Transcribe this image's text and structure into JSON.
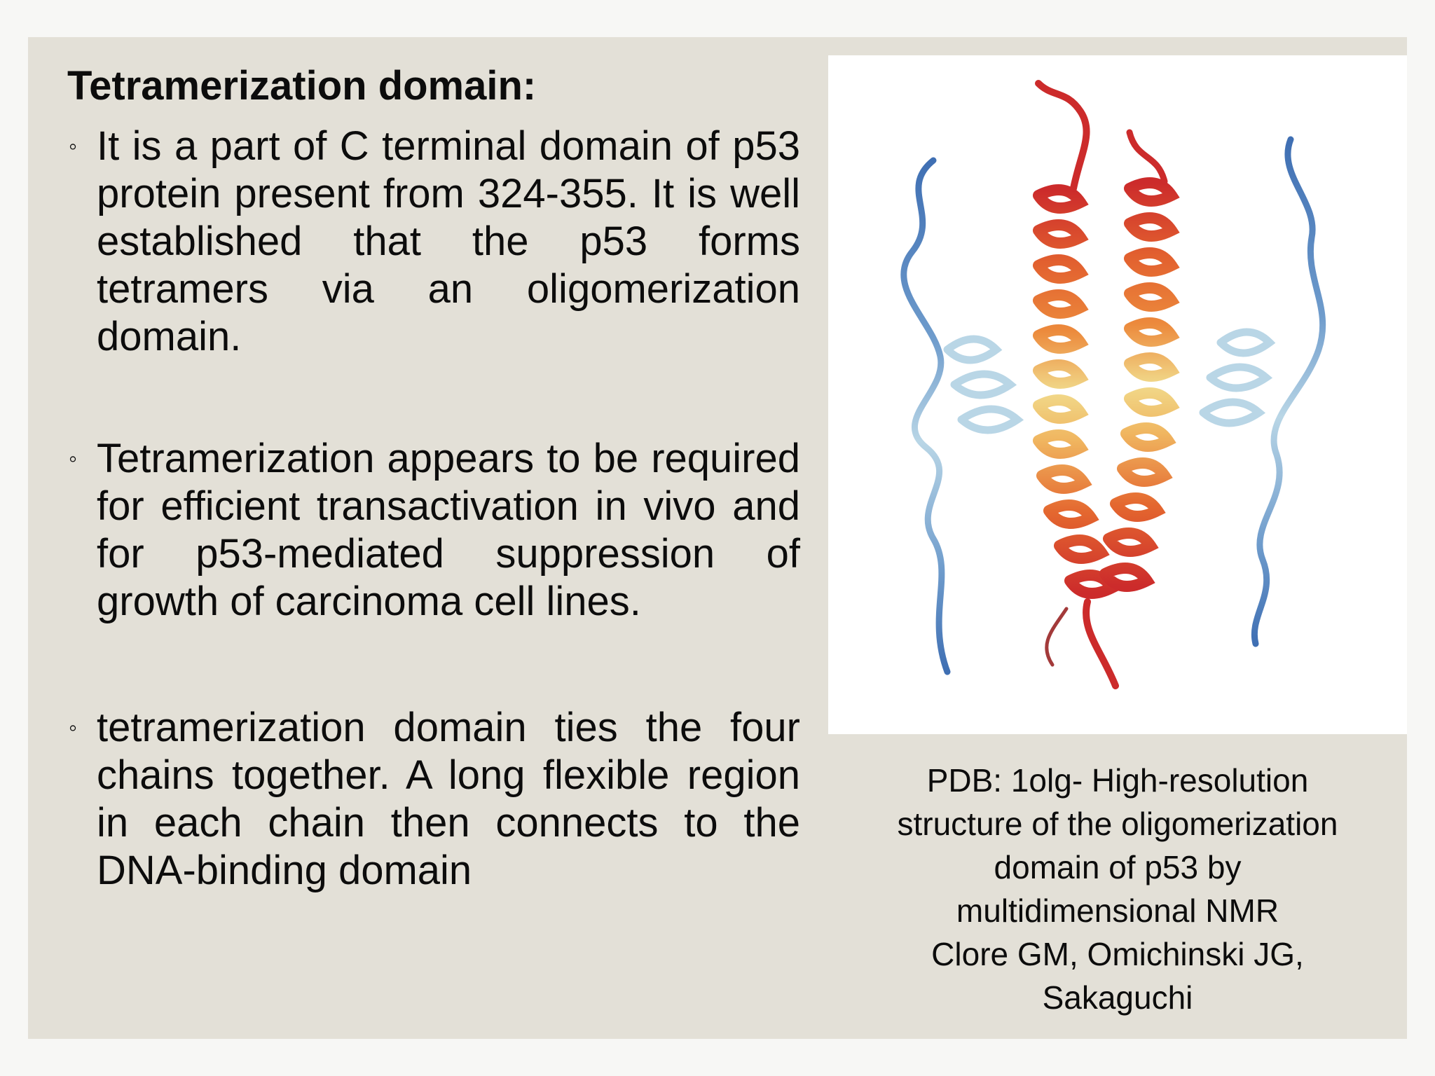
{
  "slide": {
    "title": "Tetramerization domain:",
    "bullet_marker": "◦",
    "bullets": [
      "It is a part of C terminal domain of p53 protein present from 324-355. It is well established that the p53 forms tetramers via an oligomerization domain.",
      "Tetramerization appears to be required for efficient transactivation in vivo and for p53-mediated suppression of growth of carcinoma cell lines.",
      "tetramerization domain ties the four chains together. A long flexible region in each chain then connects to the DNA-binding domain"
    ],
    "figure": {
      "icon": "protein-ribbon-structure-image",
      "caption_lines": [
        "PDB: 1olg- High-resolution",
        "structure of the oligomerization",
        "domain of p53 by",
        "multidimensional NMR",
        "Clore GM, Omichinski JG,",
        "Sakaguchi"
      ]
    },
    "colors": {
      "slide_background": "#e3e0d7",
      "page_background": "#f7f7f5",
      "text": "#0c0c0c",
      "helix_red": "#cc2b2b",
      "helix_orange": "#ec8a3c",
      "helix_yellow": "#f1d98a",
      "strand_light_blue": "#b9d6e6",
      "strand_blue": "#3f6fb3"
    }
  }
}
